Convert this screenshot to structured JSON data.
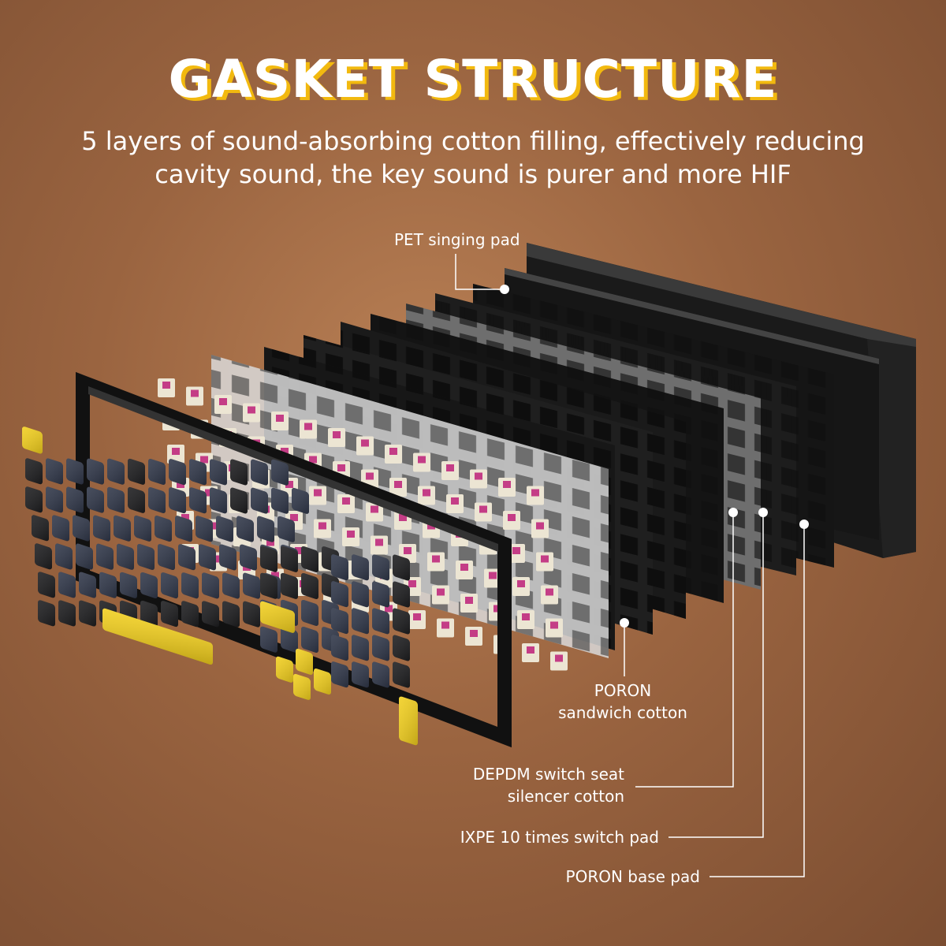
{
  "header": {
    "title": "GASKET STRUCTURE",
    "subtitle_line1": "5 layers of sound-absorbing cotton filling, effectively reducing",
    "subtitle_line2": "cavity sound, the key sound is purer and more HIF"
  },
  "labels": {
    "pet": "PET singing pad",
    "poron_sandwich_1": "PORON",
    "poron_sandwich_2": "sandwich cotton",
    "depdm_1": "DEPDM switch seat",
    "depdm_2": "silencer cotton",
    "ixpe": "IXPE 10 times switch pad",
    "poron_base": "PORON base pad"
  },
  "colors": {
    "keycap_navy": "#2f3648",
    "keycap_black": "#1c1c1e",
    "keycap_yellow": "#f2cf1d",
    "title_shadow": "#f2b90f",
    "switch_body": "#ece5d3",
    "switch_stem": "#c43d86"
  }
}
